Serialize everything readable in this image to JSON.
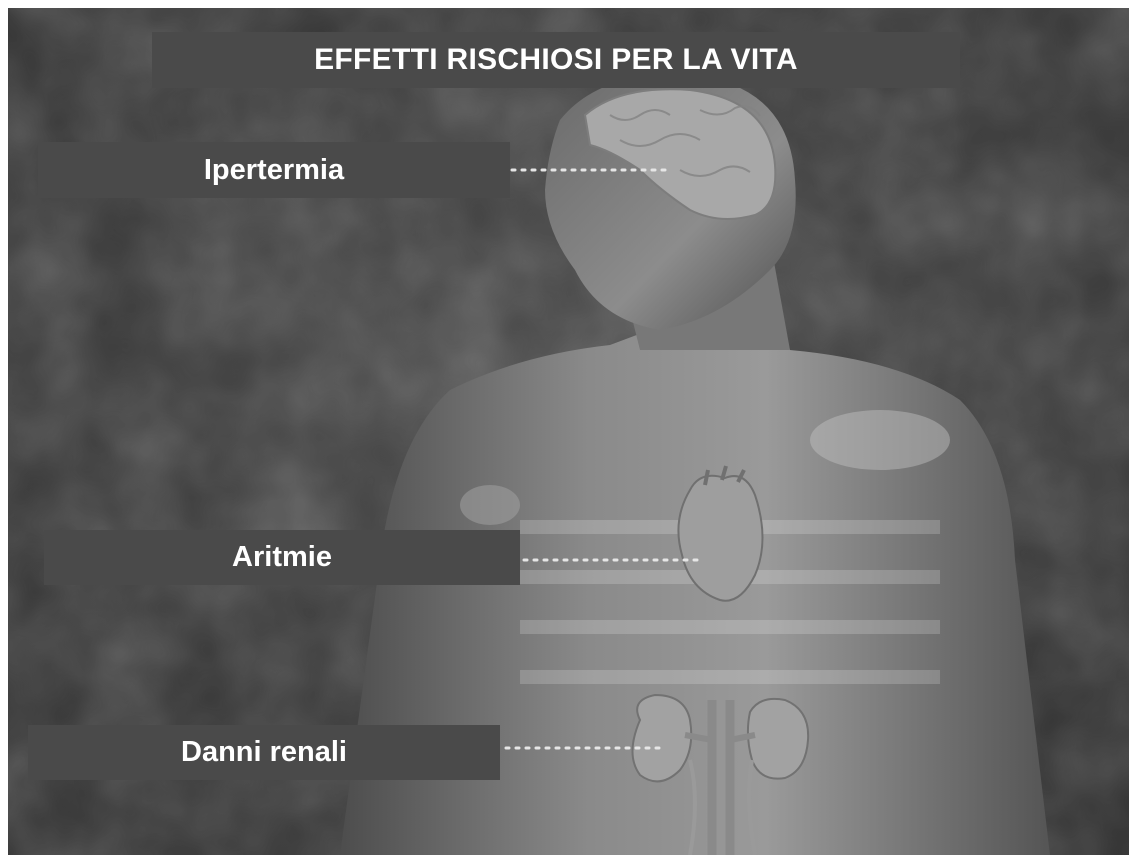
{
  "title": "EFFETTI RISCHIOSI PER LA VITA",
  "labels": {
    "hyperthermia": "Ipertermia",
    "arrhythmia": "Aritmie",
    "kidney_damage": "Danni renali"
  },
  "colors": {
    "background": "#3c3c3c",
    "label_box": "#4a4a4a",
    "text": "#ffffff",
    "body": "#7a7a7a"
  }
}
